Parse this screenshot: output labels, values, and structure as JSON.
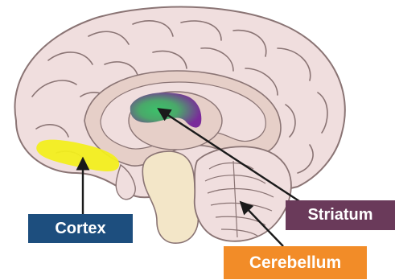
{
  "labels": {
    "cortex": "Cortex",
    "striatum": "Striatum",
    "cerebellum": "Cerebellum"
  },
  "colors": {
    "cortex_box": "#1d4e7e",
    "striatum_box": "#6a3a5a",
    "cerebellum_box": "#f28c28",
    "cortex_highlight": "#f2ee1e",
    "striatum_highlight_outer": "#7a2a9a",
    "striatum_highlight_inner": "#3cc26a",
    "brain_fill": "#f0dede",
    "brain_outline": "#8a7474",
    "inner_region": "#e6cfc8",
    "brainstem": "#f3e6c8"
  },
  "icons": {
    "arrows": "arrow-icon"
  }
}
